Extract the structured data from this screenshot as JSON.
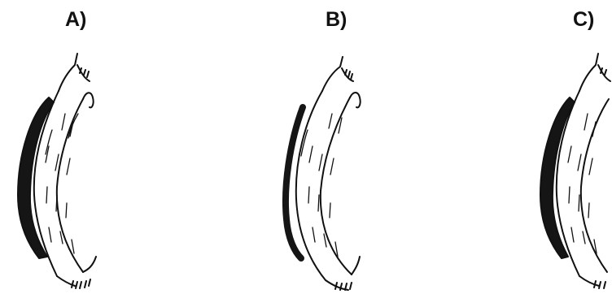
{
  "panels": [
    {
      "label": "A)"
    },
    {
      "label": "B)"
    },
    {
      "label": "C)"
    }
  ],
  "colors": {
    "ink": "#111111",
    "background": "#ffffff"
  }
}
